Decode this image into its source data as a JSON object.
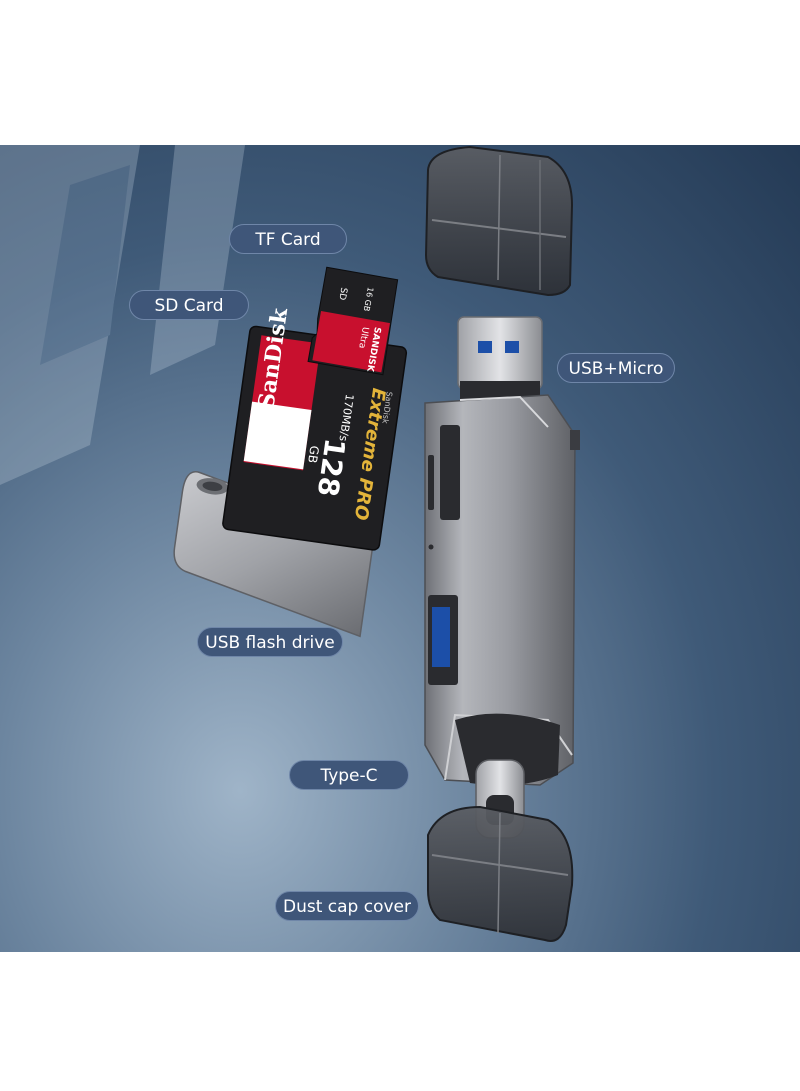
{
  "labels": {
    "tf_card": "TF Card",
    "sd_card": "SD Card",
    "usb_micro": "USB+Micro",
    "usb_flash": "USB flash drive",
    "type_c": "Type-C",
    "dust_cap": "Dust cap cover"
  },
  "sd_card": {
    "brand": "SanDisk",
    "line": "Extreme PRO",
    "capacity": "128",
    "unit": "GB",
    "speed": "170MB/s",
    "brand_small": "SanDisk"
  },
  "tf_card": {
    "brand": "SANDISK",
    "line": "Ultra",
    "capacity": "16 GB",
    "type": "SD"
  },
  "colors": {
    "pill_bg": "#3f5679",
    "pill_border": "#6f86a8",
    "sd_red": "#c8102e",
    "metal": "#8e9096"
  }
}
